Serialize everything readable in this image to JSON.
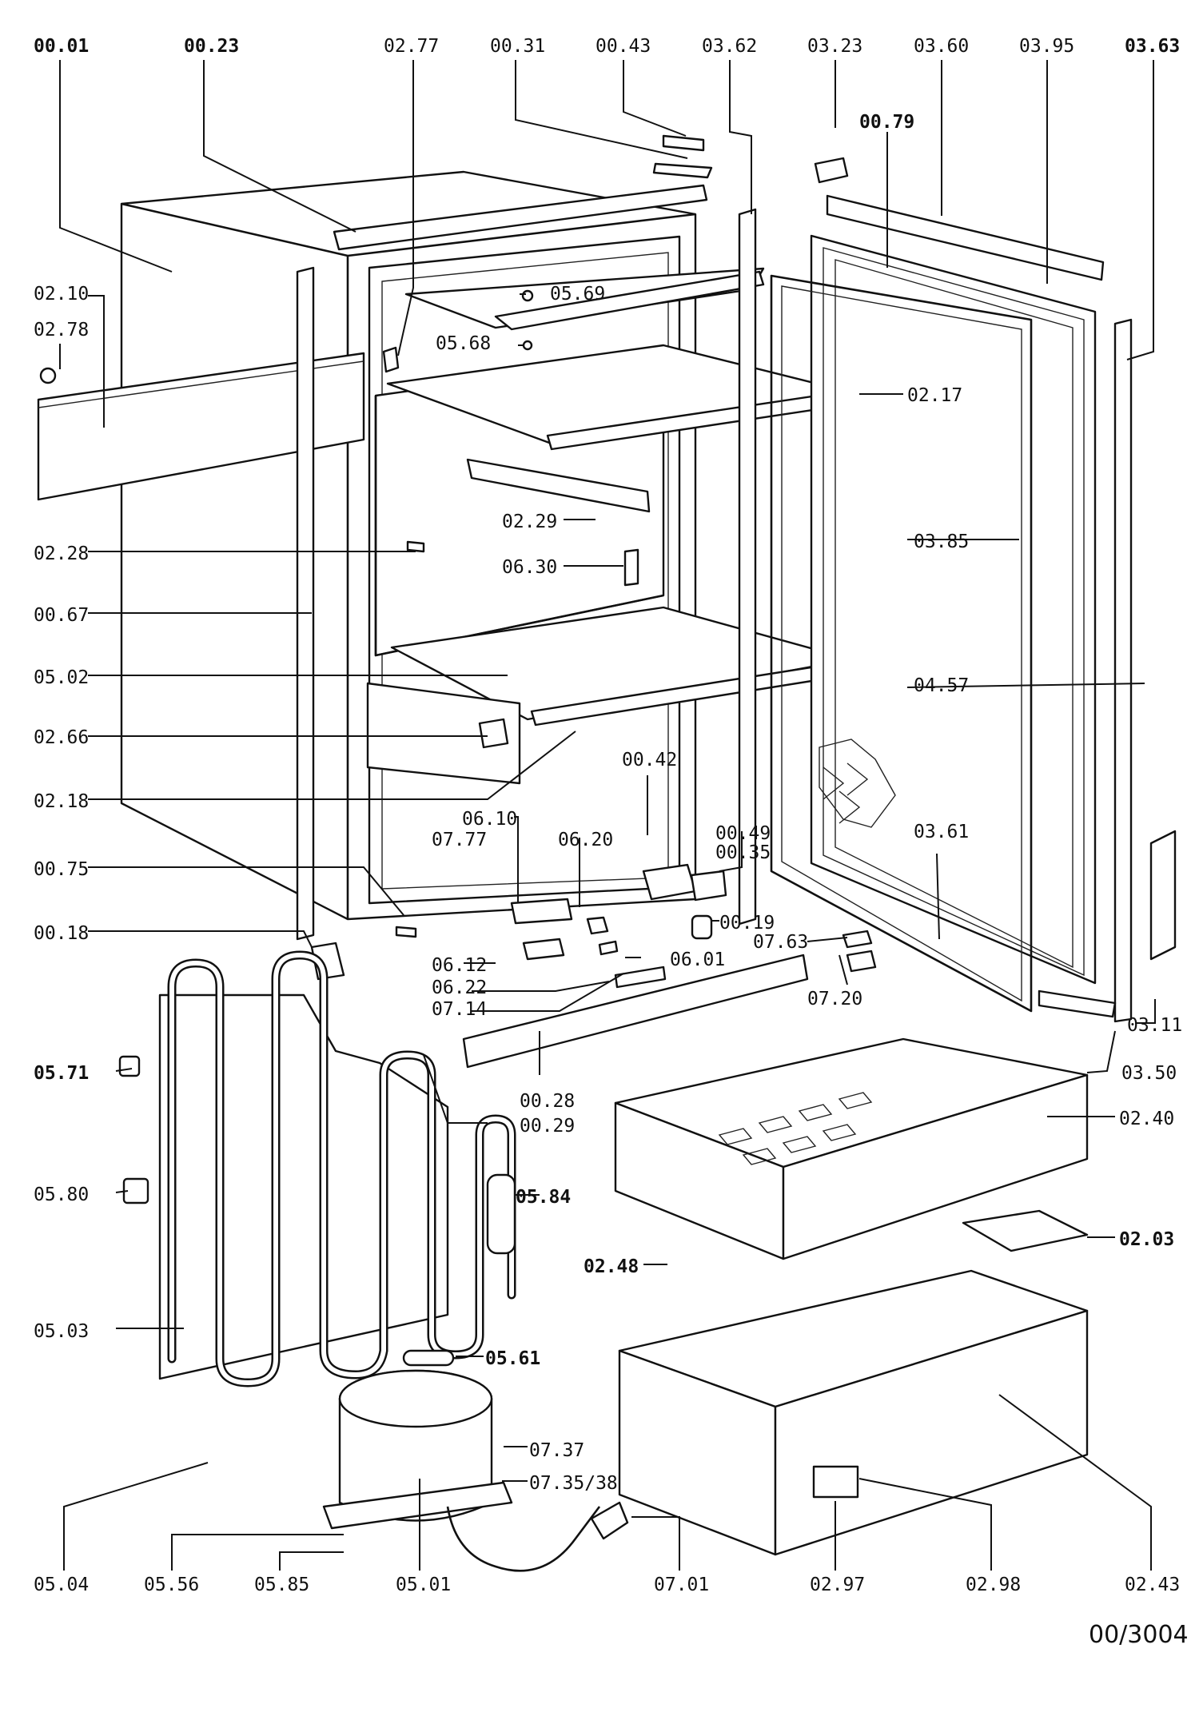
{
  "drawing_number": "00/3004",
  "callouts": [
    {
      "id": "00-01",
      "text": "00.01",
      "bold": true
    },
    {
      "id": "00-23",
      "text": "00.23",
      "bold": true
    },
    {
      "id": "02-77",
      "text": "02.77",
      "bold": false
    },
    {
      "id": "00-31",
      "text": "00.31",
      "bold": false
    },
    {
      "id": "00-43",
      "text": "00.43",
      "bold": false
    },
    {
      "id": "03-62",
      "text": "03.62",
      "bold": false
    },
    {
      "id": "03-23",
      "text": "03.23",
      "bold": false
    },
    {
      "id": "03-60",
      "text": "03.60",
      "bold": false
    },
    {
      "id": "03-95",
      "text": "03.95",
      "bold": false
    },
    {
      "id": "03-63",
      "text": "03.63",
      "bold": true
    },
    {
      "id": "00-79",
      "text": "00.79",
      "bold": true
    },
    {
      "id": "02-10",
      "text": "02.10",
      "bold": false
    },
    {
      "id": "02-78",
      "text": "02.78",
      "bold": false
    },
    {
      "id": "05-69",
      "text": "05.69",
      "bold": false
    },
    {
      "id": "05-68",
      "text": "05.68",
      "bold": false
    },
    {
      "id": "02-17",
      "text": "02.17",
      "bold": false
    },
    {
      "id": "02-29",
      "text": "02.29",
      "bold": false
    },
    {
      "id": "02-28",
      "text": "02.28",
      "bold": false
    },
    {
      "id": "06-30",
      "text": "06.30",
      "bold": false
    },
    {
      "id": "03-85",
      "text": "03.85",
      "bold": false
    },
    {
      "id": "00-67",
      "text": "00.67",
      "bold": false
    },
    {
      "id": "05-02",
      "text": "05.02",
      "bold": false
    },
    {
      "id": "04-57",
      "text": "04.57",
      "bold": false
    },
    {
      "id": "02-66",
      "text": "02.66",
      "bold": false
    },
    {
      "id": "02-18",
      "text": "02.18",
      "bold": false
    },
    {
      "id": "00-42",
      "text": "00.42",
      "bold": false
    },
    {
      "id": "06-10",
      "text": "06.10",
      "bold": false
    },
    {
      "id": "07-77",
      "text": "07.77",
      "bold": false
    },
    {
      "id": "06-20",
      "text": "06.20",
      "bold": false
    },
    {
      "id": "00-49",
      "text": "00.49",
      "bold": false
    },
    {
      "id": "00-35",
      "text": "00.35",
      "bold": false
    },
    {
      "id": "03-61",
      "text": "03.61",
      "bold": false
    },
    {
      "id": "00-75",
      "text": "00.75",
      "bold": false
    },
    {
      "id": "00-19",
      "text": "00.19",
      "bold": false
    },
    {
      "id": "07-63",
      "text": "07.63",
      "bold": false
    },
    {
      "id": "00-18",
      "text": "00.18",
      "bold": false
    },
    {
      "id": "06-12",
      "text": "06.12",
      "bold": false
    },
    {
      "id": "06-01",
      "text": "06.01",
      "bold": false
    },
    {
      "id": "06-22",
      "text": "06.22",
      "bold": false
    },
    {
      "id": "07-14",
      "text": "07.14",
      "bold": false
    },
    {
      "id": "07-20",
      "text": "07.20",
      "bold": false
    },
    {
      "id": "03-11",
      "text": "03.11",
      "bold": false
    },
    {
      "id": "05-71",
      "text": "05.71",
      "bold": true
    },
    {
      "id": "00-28",
      "text": "00.28",
      "bold": false
    },
    {
      "id": "03-50",
      "text": "03.50",
      "bold": false
    },
    {
      "id": "00-29",
      "text": "00.29",
      "bold": false
    },
    {
      "id": "02-40",
      "text": "02.40",
      "bold": false
    },
    {
      "id": "05-80",
      "text": "05.80",
      "bold": false
    },
    {
      "id": "05-84",
      "text": "05.84",
      "bold": true
    },
    {
      "id": "02-03",
      "text": "02.03",
      "bold": true
    },
    {
      "id": "02-48",
      "text": "02.48",
      "bold": true
    },
    {
      "id": "05-03",
      "text": "05.03",
      "bold": false
    },
    {
      "id": "05-61",
      "text": "05.61",
      "bold": true
    },
    {
      "id": "07-37",
      "text": "07.37",
      "bold": false
    },
    {
      "id": "07-35-38",
      "text": "07.35/38",
      "bold": false
    },
    {
      "id": "05-04",
      "text": "05.04",
      "bold": false
    },
    {
      "id": "05-56",
      "text": "05.56",
      "bold": false
    },
    {
      "id": "05-85",
      "text": "05.85",
      "bold": false
    },
    {
      "id": "05-01",
      "text": "05.01",
      "bold": false
    },
    {
      "id": "07-01",
      "text": "07.01",
      "bold": false
    },
    {
      "id": "02-97",
      "text": "02.97",
      "bold": false
    },
    {
      "id": "02-98",
      "text": "02.98",
      "bold": false
    },
    {
      "id": "02-43",
      "text": "02.43",
      "bold": false
    }
  ]
}
